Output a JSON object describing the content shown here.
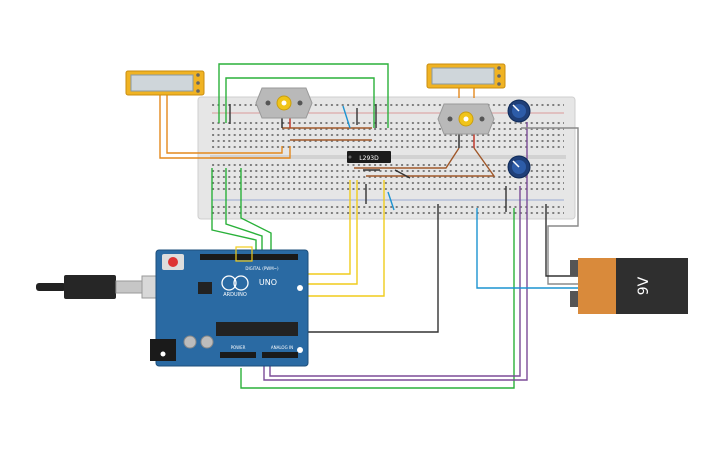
{
  "components": {
    "ic_label": "L293D",
    "battery_label": "9V",
    "arduino_brand": "ARDUINO",
    "arduino_model": "UNO",
    "digital_header": "DIGITAL (PWM~)",
    "power_header": "POWER",
    "analog_header": "ANALOG IN"
  },
  "colors": {
    "wire_green": "#2ab13a",
    "wire_orange": "#e4881d",
    "wire_brown": "#a0582a",
    "wire_yellow": "#f0cc1c",
    "wire_purple": "#7b4b97",
    "wire_blue": "#1c93d1",
    "wire_black": "#333333",
    "wire_gray": "#8a8a8a",
    "wire_red": "#d42a2a",
    "arduino_blue": "#2a6aa3",
    "breadboard": "#e6e6e6",
    "battery_orange": "#d98a3b",
    "battery_body": "#2f2f2f",
    "lcd_frame": "#f0b323"
  }
}
